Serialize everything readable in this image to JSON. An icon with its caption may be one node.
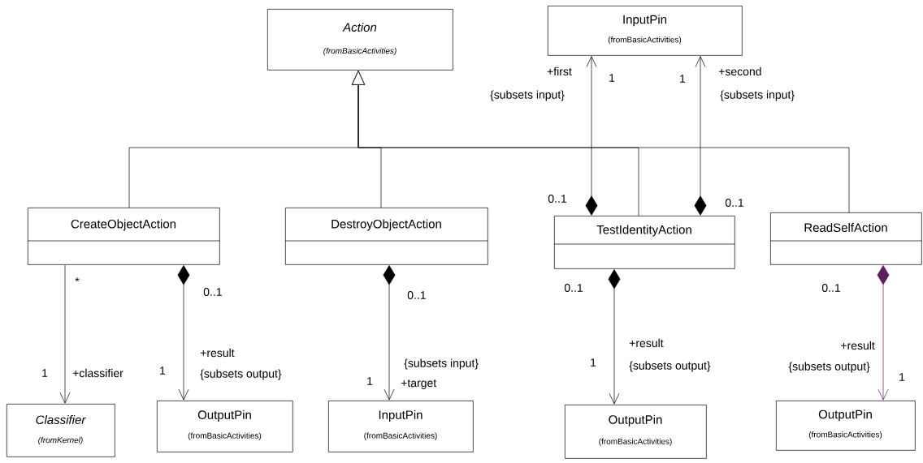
{
  "diagram": {
    "nodes": [
      {
        "text": [
          "Action",
          "(fromBasicActivities)"
        ]
      },
      {
        "text": [
          "InputPin",
          "(fromBasicActivities)"
        ]
      },
      {
        "text": [
          "CreateObjectAction"
        ]
      },
      {
        "text": [
          "DestroyObjectAction"
        ]
      },
      {
        "text": [
          "TestIdentityAction"
        ]
      },
      {
        "text": [
          "ReadSelfAction"
        ]
      },
      {
        "text": [
          "Classifier",
          "(fromKernel)"
        ]
      },
      {
        "text": [
          "OutputPin",
          "(fromBasicActivities)"
        ]
      },
      {
        "text": [
          "InputPin",
          "(fromBasicActivities)"
        ]
      },
      {
        "text": [
          "OutputPin",
          "(fromBasicActivities)"
        ]
      },
      {
        "text": [
          "OutputPin",
          "(fromBasicActivities)"
        ]
      }
    ],
    "edges": [
      {
        "from": 2,
        "to": 0,
        "arrow": "to"
      },
      {
        "from": 3,
        "to": 0,
        "arrow": "to"
      },
      {
        "from": 4,
        "to": 0,
        "arrow": "to"
      },
      {
        "from": 5,
        "to": 0,
        "arrow": "to"
      },
      {
        "from": 4,
        "to": 1,
        "arrow": "to"
      },
      {
        "from": 4,
        "to": 1,
        "arrow": "to"
      },
      {
        "from": 2,
        "to": 6,
        "arrow": "to"
      },
      {
        "from": 2,
        "to": 7,
        "arrow": "to"
      },
      {
        "from": 3,
        "to": 8,
        "arrow": "to"
      },
      {
        "from": 4,
        "to": 9,
        "arrow": "to"
      },
      {
        "from": 5,
        "to": 10,
        "arrow": "to",
        "color": "#5b1f5b"
      }
    ],
    "labels": [
      "+first",
      "1",
      "1",
      "+second",
      "{subsets input}",
      "{subsets input}",
      "0..1",
      "0..1",
      "*",
      "0..1",
      "0..1",
      "0..1",
      "0..1",
      "+result",
      "+result",
      "+result",
      "1",
      "+classifier",
      "1",
      "{subsets output}",
      "1",
      "+target",
      "{subsets input}",
      "1",
      "{subsets output}",
      "{subsets output}",
      "1"
    ]
  }
}
